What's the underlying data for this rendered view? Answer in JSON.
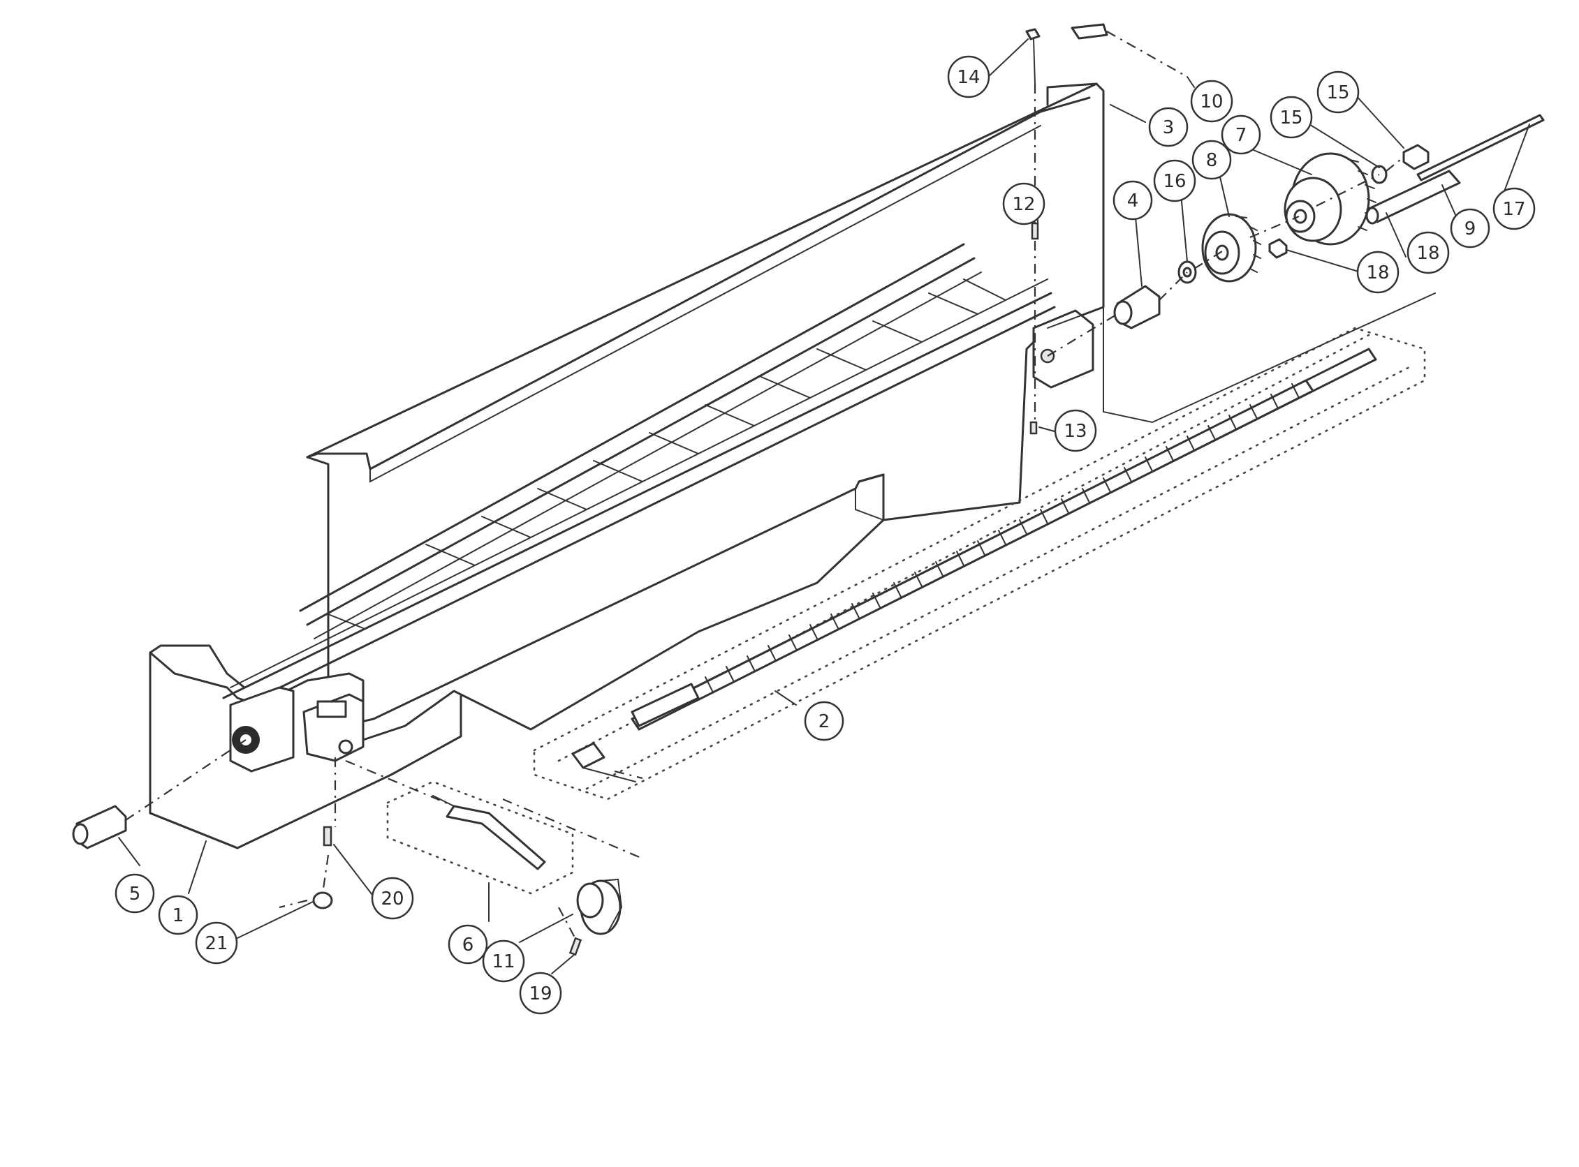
{
  "diagram": {
    "callouts": [
      "1",
      "2",
      "3",
      "4",
      "5",
      "6",
      "7",
      "8",
      "9",
      "10",
      "11",
      "12",
      "13",
      "14",
      "15",
      "15",
      "16",
      "17",
      "18",
      "18",
      "19",
      "20",
      "21"
    ],
    "parts": [
      "lathe-bed",
      "lead-screw",
      "gear-bracket",
      "bushing",
      "bushing-left",
      "handwheel-shaft",
      "change-gear-large",
      "change-gear-small",
      "gear-shaft-sleeve",
      "plate",
      "knob",
      "set-screw",
      "set-screw-lower",
      "bracket-screw",
      "nut",
      "washer",
      "spacer-washer",
      "shaft-pin",
      "small-nut",
      "pin",
      "grub-screw",
      "cap-nut"
    ]
  }
}
